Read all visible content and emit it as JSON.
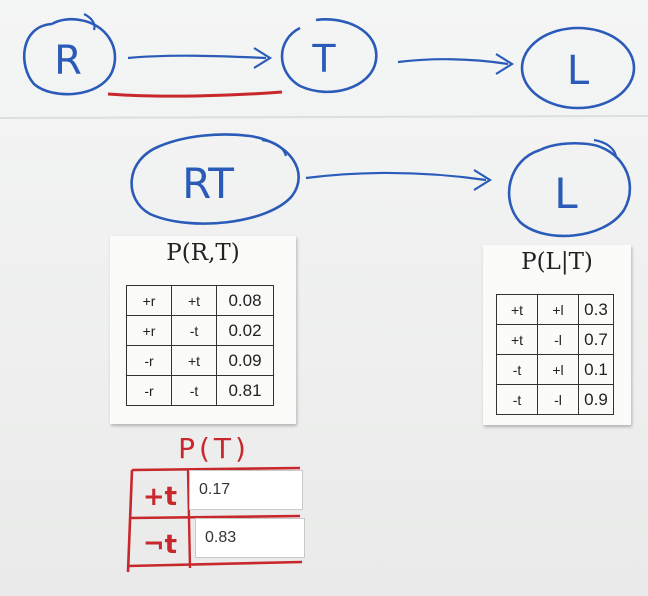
{
  "top_chain": {
    "nodes": [
      "R",
      "T",
      "L"
    ]
  },
  "merged_chain": {
    "nodes": [
      "RT",
      "L"
    ]
  },
  "table_rt": {
    "title": "P(R,T)",
    "rows": [
      [
        "+r",
        "+t",
        "0.08"
      ],
      [
        "+r",
        "-t",
        "0.02"
      ],
      [
        "-r",
        "+t",
        "0.09"
      ],
      [
        "-r",
        "-t",
        "0.81"
      ]
    ]
  },
  "table_lt": {
    "title": "P(L|T)",
    "rows": [
      [
        "+t",
        "+l",
        "0.3"
      ],
      [
        "+t",
        "-l",
        "0.7"
      ],
      [
        "-t",
        "+l",
        "0.1"
      ],
      [
        "-t",
        "-l",
        "0.9"
      ]
    ]
  },
  "table_t": {
    "title": "P(T)",
    "rows": [
      {
        "label": "+t",
        "value": "0.17"
      },
      {
        "label": "¬t",
        "value": "0.83"
      }
    ]
  },
  "colors": {
    "marker_blue": "#2a5bb8",
    "marker_red": "#c8282c"
  }
}
